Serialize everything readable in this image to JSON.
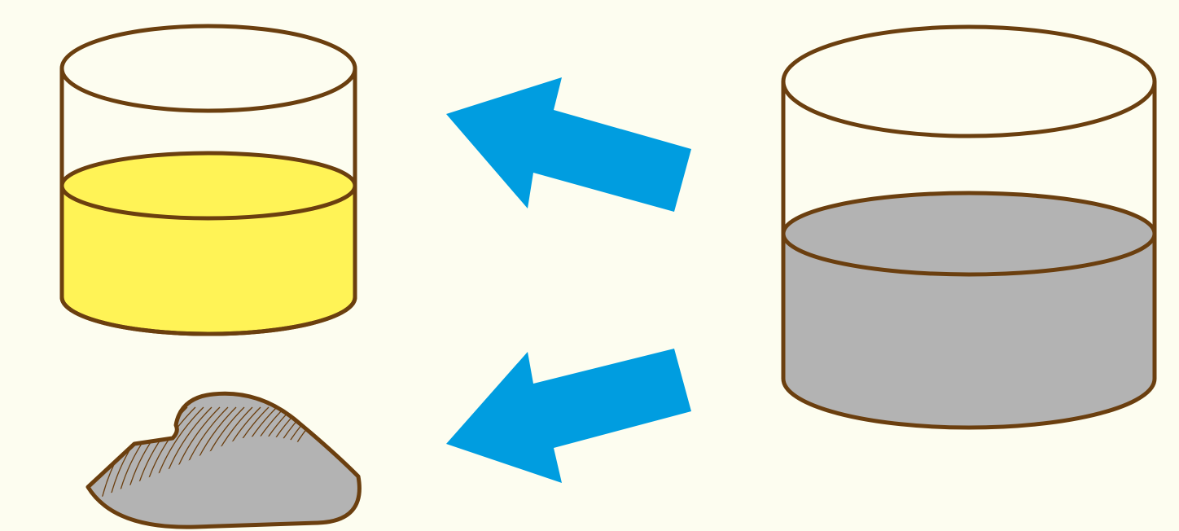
{
  "diagram": {
    "background_color": "#fdfdf0",
    "outline_color": "#6b3f0f",
    "arrow_color": "#009de0",
    "items": [
      {
        "name": "mixture",
        "kind": "beaker",
        "liquid_color": "#b3b3b3",
        "text": ""
      },
      {
        "name": "filtrate",
        "kind": "beaker",
        "liquid_color": "#fff356",
        "text": ""
      },
      {
        "name": "residue",
        "kind": "solid",
        "fill_color": "#b3b3b3",
        "text": ""
      }
    ],
    "arrows": [
      {
        "from": "mixture",
        "to": "filtrate",
        "direction": "left-up"
      },
      {
        "from": "mixture",
        "to": "residue",
        "direction": "left-down"
      }
    ]
  }
}
